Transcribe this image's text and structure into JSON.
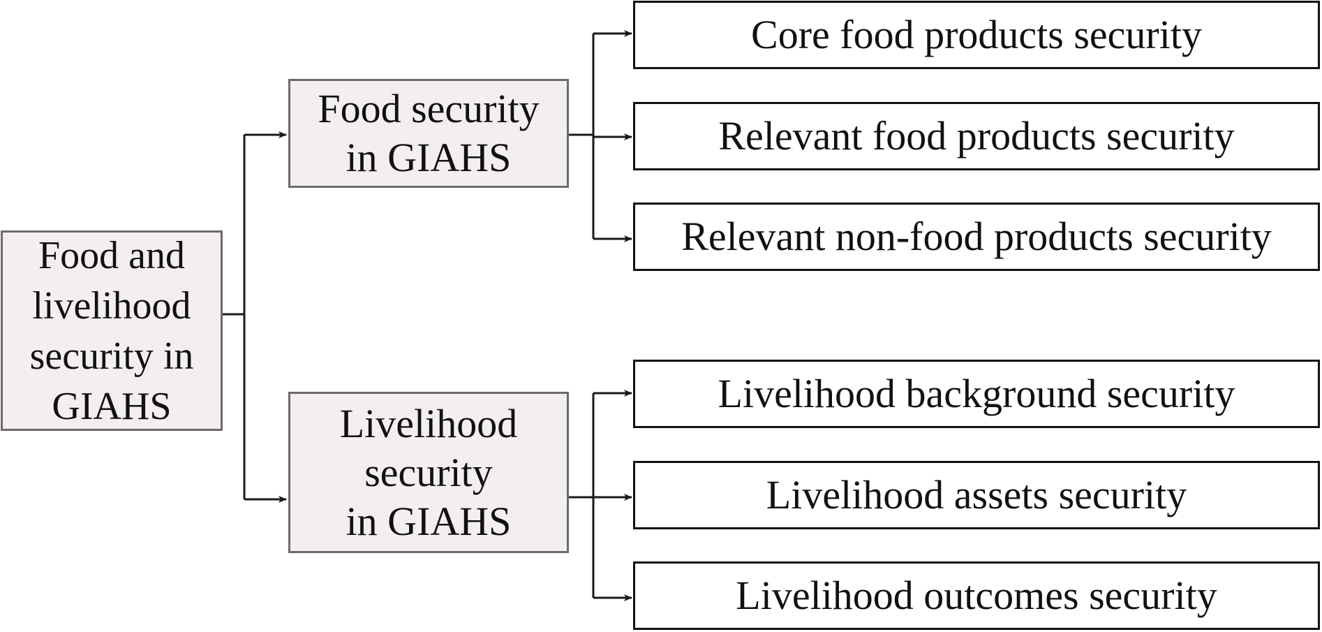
{
  "diagram": {
    "root": {
      "label": "Food and\nlivelihood\nsecurity in\nGIAHS"
    },
    "branches": [
      {
        "label": "Food security\nin GIAHS",
        "children": [
          "Core food products security",
          "Relevant food products security",
          "Relevant non-food products security"
        ]
      },
      {
        "label": "Livelihood\nsecurity\nin GIAHS",
        "children": [
          "Livelihood background security",
          "Livelihood assets security",
          "Livelihood outcomes security"
        ]
      }
    ],
    "colors": {
      "shaded_fill": "#f3efee",
      "shaded_border": "#6e6a69",
      "line": "#1a1a1a"
    }
  }
}
